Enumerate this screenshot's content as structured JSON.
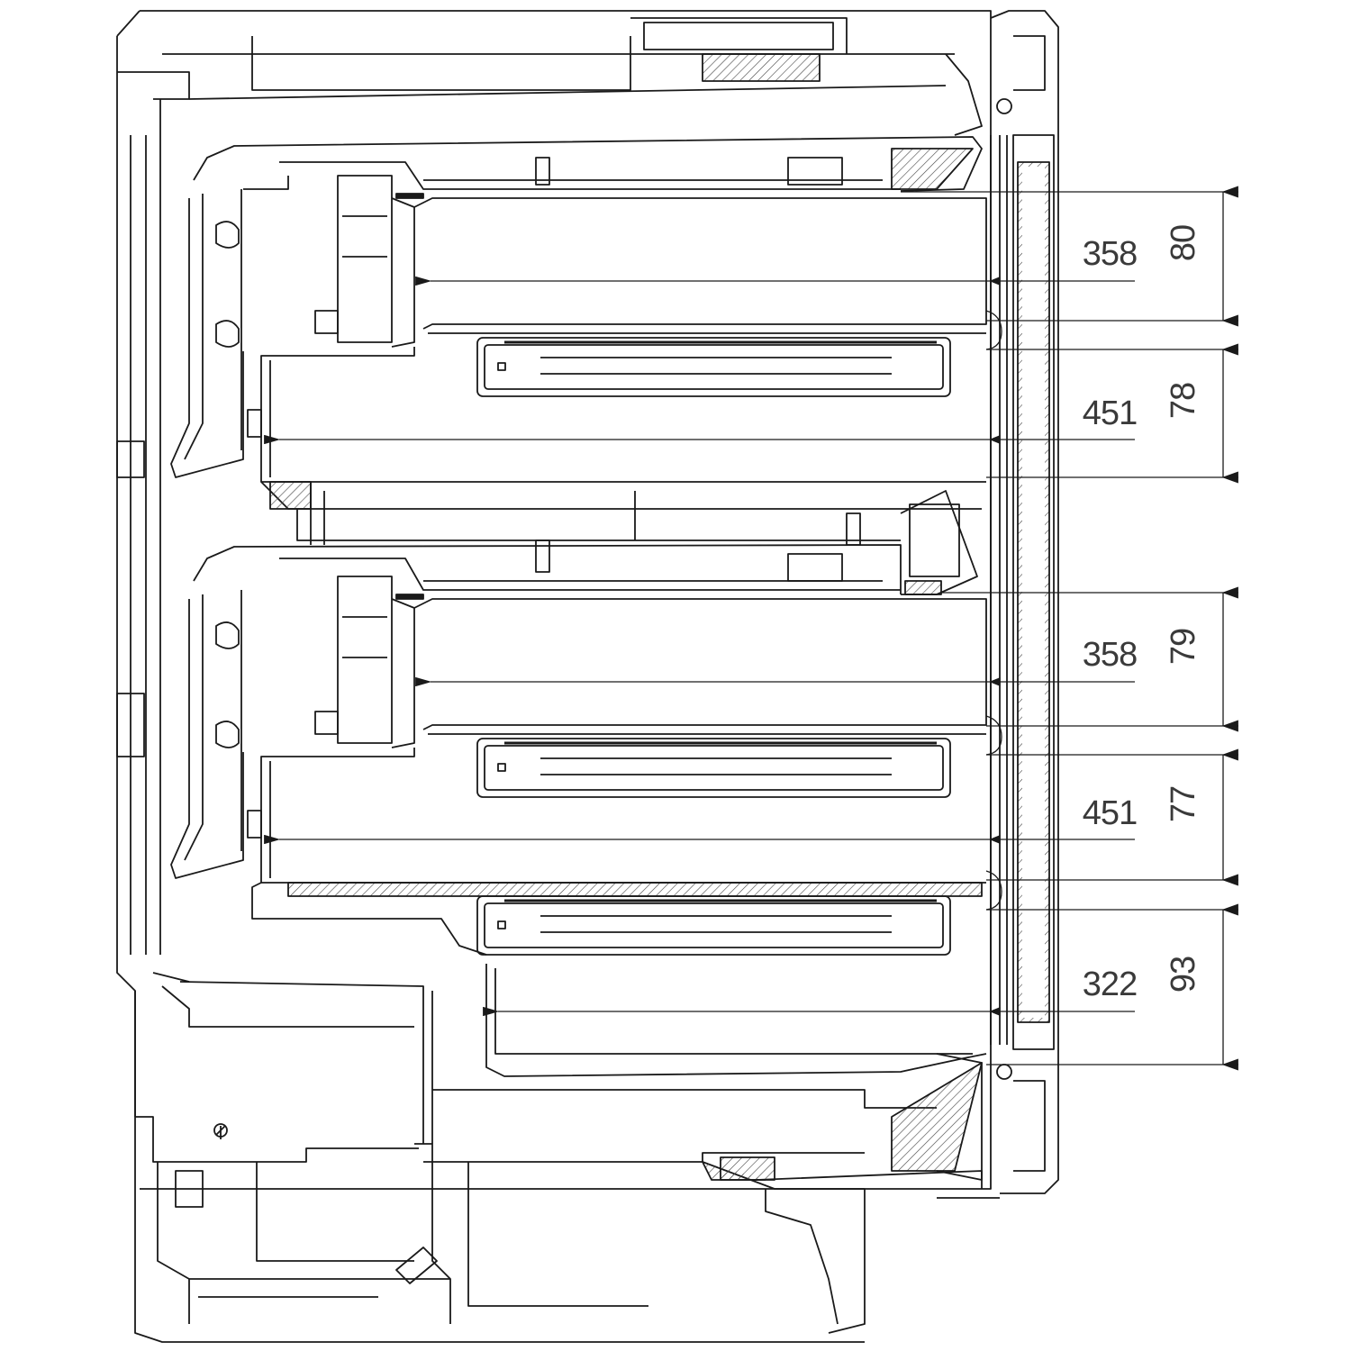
{
  "diagram": {
    "type": "technical cross-section drawing",
    "line_color": "#1a1a1a",
    "hatch_color": "#444444",
    "background": "#ffffff"
  },
  "dimensions": {
    "depths": [
      {
        "value": "358"
      },
      {
        "value": "451"
      },
      {
        "value": "358"
      },
      {
        "value": "451"
      },
      {
        "value": "322"
      }
    ],
    "heights": [
      {
        "value": "80"
      },
      {
        "value": "78"
      },
      {
        "value": "79"
      },
      {
        "value": "77"
      },
      {
        "value": "93"
      }
    ]
  }
}
